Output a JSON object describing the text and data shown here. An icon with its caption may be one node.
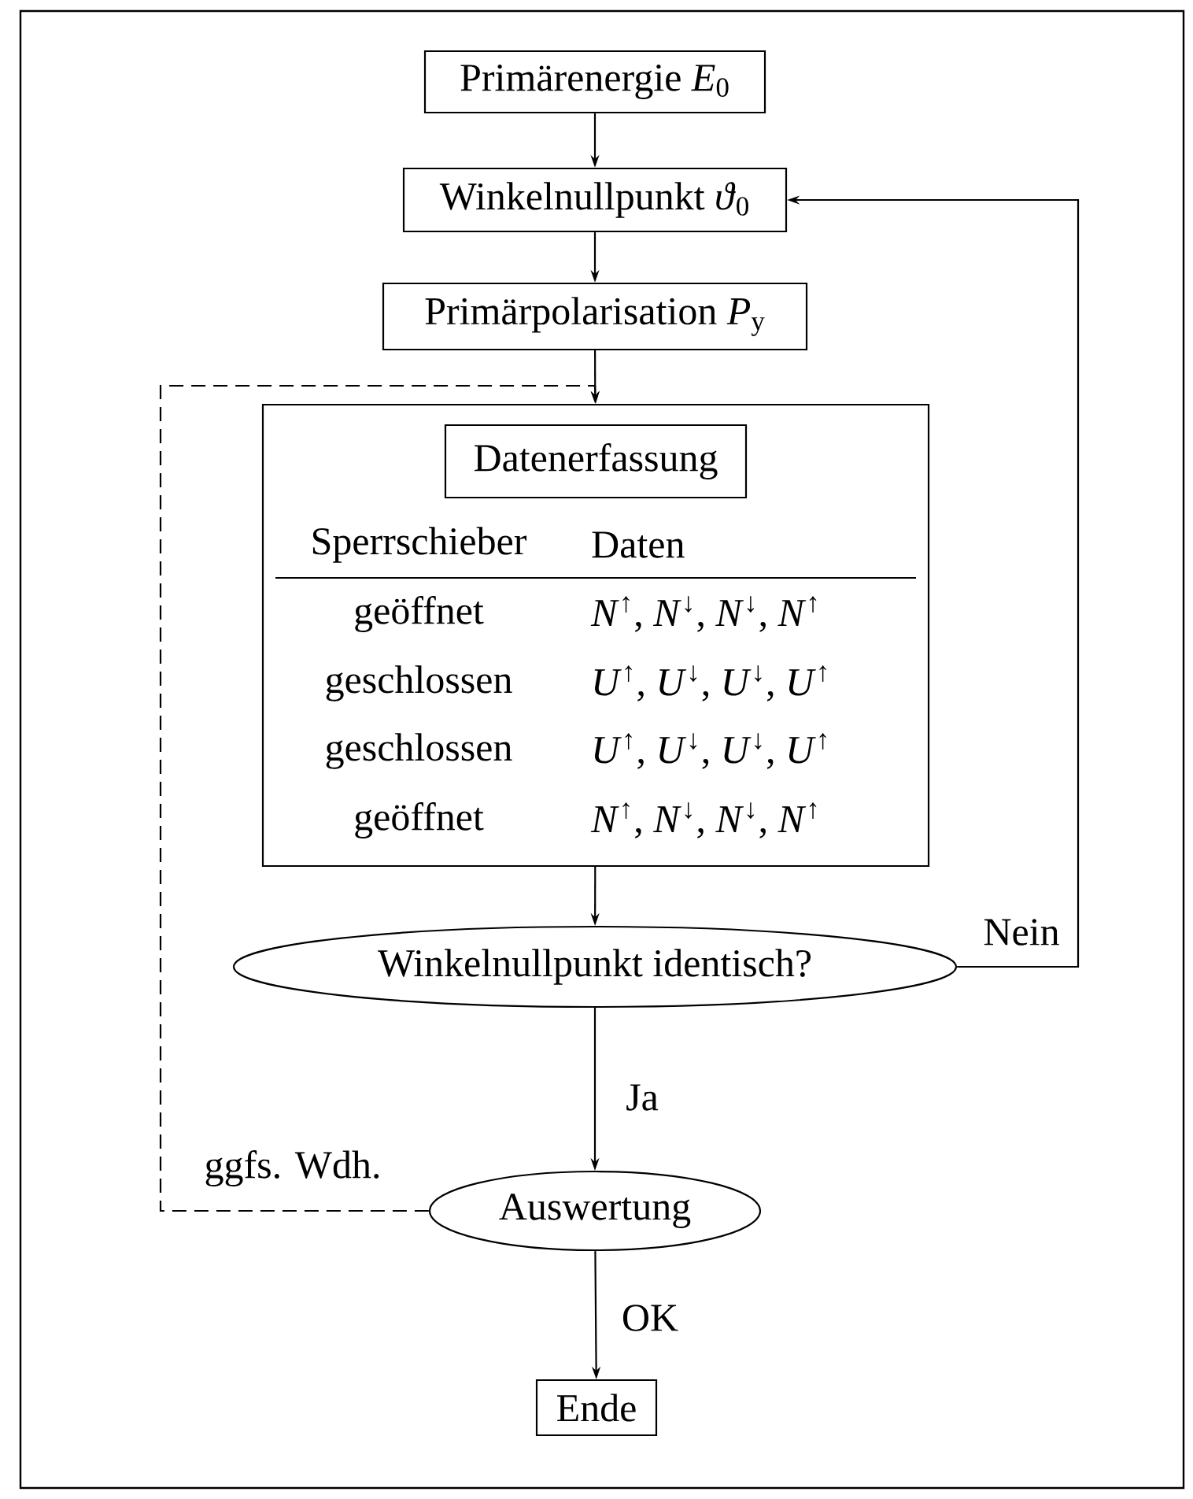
{
  "diagram": {
    "nodes": [
      {
        "text": [
          "Primärenergie *E*$_{0}$"
        ]
      },
      {
        "text": [
          "Winkelnullpunkt *ϑ*$_{0}$"
        ]
      },
      {
        "text": [
          "Primärpolarisation *P*$_{y}$"
        ]
      },
      {
        "text": [],
        "shape": "box"
      },
      {
        "text": [
          "Datenerfassung"
        ],
        "in": 3
      },
      {
        "text": [
          "Winkelnullpunkt identisch?"
        ]
      },
      {
        "text": [
          "Auswertung"
        ]
      },
      {
        "text": [
          "Ende"
        ]
      }
    ],
    "edges": [
      {
        "from": 0,
        "to": 1,
        "arrow": "to"
      },
      {
        "from": 1,
        "to": 2,
        "arrow": "to"
      },
      {
        "from": 2,
        "to": 3,
        "arrow": "to"
      },
      {
        "from": 3,
        "to": 5,
        "arrow": "to"
      },
      {
        "from": 5,
        "to": 1,
        "arrow": "to",
        "label": "Nein"
      },
      {
        "from": 5,
        "to": 6,
        "arrow": "to",
        "label": "Ja"
      },
      {
        "from": 6,
        "to": 3,
        "arrow": "to",
        "label": "ggfs. Wdh.",
        "style": "dashed"
      },
      {
        "from": 6,
        "to": 7,
        "arrow": "to",
        "label": "OK"
      }
    ],
    "labels": [
      "Sperrschieber",
      "Daten",
      "geöffnet",
      "*N*$^{↑}$, *N*$^{↓}$, *N*$^{↓}$, *N*$^{↑}$",
      "geschlossen",
      "*U*$^{↑}$, *U*$^{↓}$, *U*$^{↓}$, *U*$^{↑}$",
      "geschlossen",
      "*U*$^{↑}$, *U*$^{↓}$, *U*$^{↓}$, *U*$^{↑}$",
      "geöffnet",
      "*N*$^{↑}$, *N*$^{↓}$, *N*$^{↓}$, *N*$^{↑}$"
    ]
  }
}
